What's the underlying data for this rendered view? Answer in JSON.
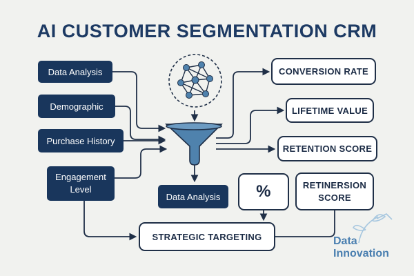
{
  "title": "AI CUSTOMER SEGMENTATION CRM",
  "inputs": {
    "data_analysis": "Data Analysis",
    "demographic": "Demographic",
    "purchase_history": "Purchase History",
    "engagement_level": "Engagement\nLevel"
  },
  "center": {
    "data_analysis": "Data Analysis"
  },
  "outputs": {
    "conversion_rate": "CONVERSION RATE",
    "lifetime_value": "LIFETIME VALUE",
    "retention_score": "RETENTION SCORE",
    "retinersion_score": "RETINERSION\nSCORE",
    "percent": "%",
    "strategic_targeting": "STRATEGIC TARGETING"
  },
  "brand": {
    "line1": "Data",
    "line2": "Innovation"
  },
  "colors": {
    "dark_box": "#19365c",
    "title": "#1d3a63",
    "line": "#1f2f47",
    "funnel": "#4f82ad",
    "brand": "#4a7fb0"
  },
  "icons": [
    "neural-network-icon",
    "funnel-icon",
    "plant-sketch-icon"
  ]
}
